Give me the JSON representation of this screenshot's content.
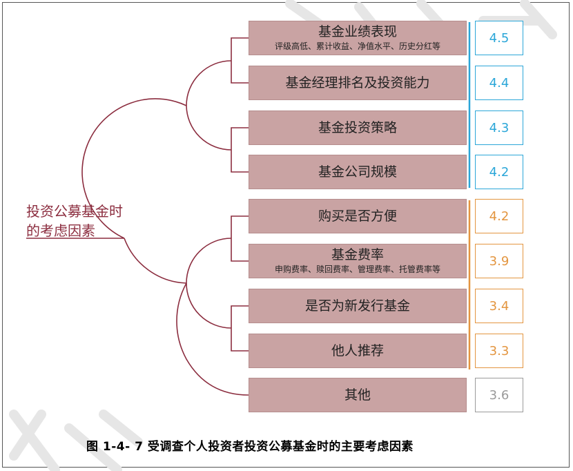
{
  "diagram": {
    "root_label": "投资公募基金时的考虑因素",
    "caption": "图 1-4- 7  受调查个人投资者投资公募基金时的主要考虑因素",
    "colors": {
      "tree_line": "#8b2c3e",
      "factor_fill": "#c9a3a3",
      "group_blue": "#2aa6d8",
      "group_orange": "#e3953f",
      "group_gray": "#9a9a9a"
    },
    "factors": [
      {
        "name": "基金业绩表现",
        "sub": "评级高低、累计收益、净值水平、历史分红等",
        "score": "4.5",
        "group": "blue"
      },
      {
        "name": "基金经理排名及投资能力",
        "sub": "",
        "score": "4.4",
        "group": "blue"
      },
      {
        "name": "基金投资策略",
        "sub": "",
        "score": "4.3",
        "group": "blue"
      },
      {
        "name": "基金公司规模",
        "sub": "",
        "score": "4.2",
        "group": "blue"
      },
      {
        "name": "购买是否方便",
        "sub": "",
        "score": "4.2",
        "group": "orange"
      },
      {
        "name": "基金费率",
        "sub": "申购费率、赎回费率、管理费率、托管费率等",
        "score": "3.9",
        "group": "orange"
      },
      {
        "name": "是否为新发行基金",
        "sub": "",
        "score": "3.4",
        "group": "orange"
      },
      {
        "name": "他人推荐",
        "sub": "",
        "score": "3.3",
        "group": "orange"
      },
      {
        "name": "其他",
        "sub": "",
        "score": "3.6",
        "group": "gray"
      }
    ]
  }
}
